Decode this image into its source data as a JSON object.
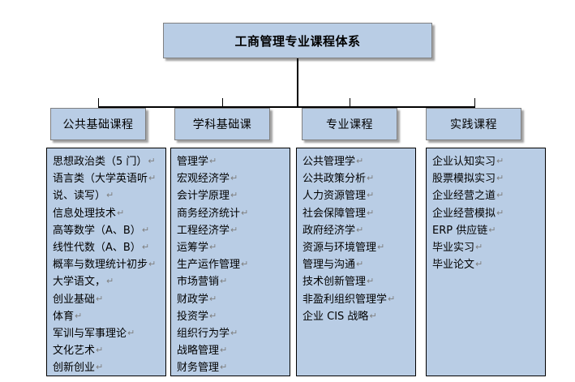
{
  "root": {
    "title": "工商管理专业课程体系"
  },
  "return_mark": "↵",
  "colors": {
    "box_fill": "#b9cde5",
    "box_border": "#808080",
    "list_border": "#000000",
    "line": "#000000",
    "shadow": "#828282",
    "text": "#000000",
    "mark": "#7f7f7f"
  },
  "categories": [
    {
      "label": "公共基础课程",
      "courses": [
        "思想政治类（5 门）",
        "语言类（大学英语听",
        "说、读写）",
        "信息处理技术",
        "高等数学（A、B）",
        "线性代数（A、B）",
        "概率与数理统计初步",
        "大学语文，",
        "创业基础",
        "体育",
        "军训与军事理论",
        "文化艺术",
        "创新创业"
      ]
    },
    {
      "label": "学科基础课",
      "courses": [
        "管理学",
        "宏观经济学",
        "会计学原理",
        "商务经济统计",
        "工程经济学",
        "运筹学",
        "生产运作管理",
        "市场营销",
        "财政学",
        "投资学",
        "组织行为学",
        "战略管理",
        "财务管理"
      ]
    },
    {
      "label": "专业课程",
      "courses": [
        "公共管理学",
        "公共政策分析",
        "人力资源管理",
        "社会保障管理",
        "政府经济学",
        "资源与环境管理",
        "管理与沟通",
        "技术创新管理",
        "非盈利组织管理学",
        "企业 CIS 战略"
      ]
    },
    {
      "label": "实践课程",
      "courses": [
        "企业认知实习",
        "股票模拟实习",
        "企业经营之道",
        "企业经营模拟",
        "ERP 供应链",
        "毕业实习",
        "毕业论文"
      ]
    }
  ]
}
